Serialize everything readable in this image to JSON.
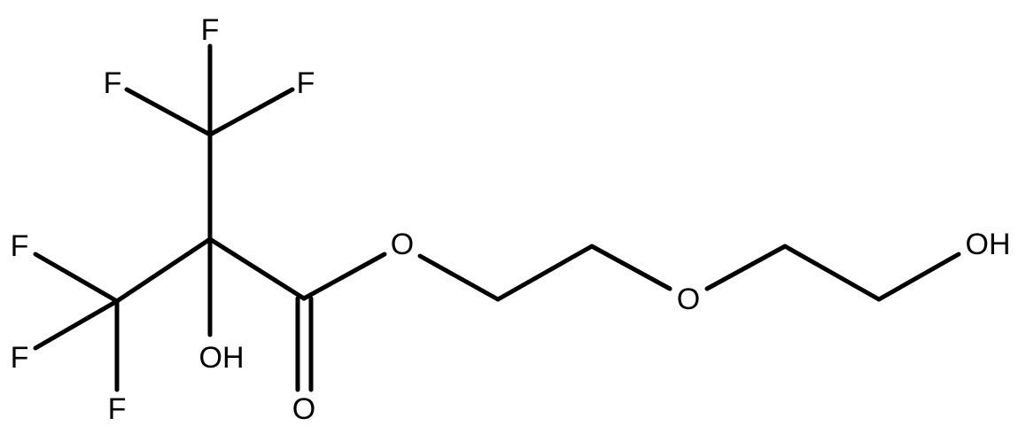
{
  "colors": {
    "background": "#ffffff",
    "bond": "#000000",
    "atom_text": "#000000"
  },
  "atoms": {
    "f1": "F",
    "f2": "F",
    "f3": "F",
    "f4": "F",
    "f5": "F",
    "f6": "F",
    "oh_alpha": "OH",
    "o_carbonyl": "O",
    "o_ester": "O",
    "o_ether": "O",
    "oh_terminal": "OH"
  }
}
